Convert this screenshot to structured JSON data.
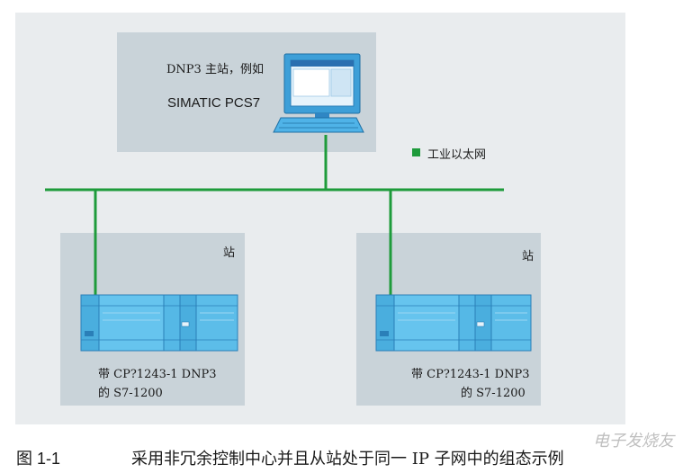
{
  "master": {
    "label": "DNP3 主站，例如",
    "name": "SIMATIC PCS7"
  },
  "network": {
    "legend_label": "工业以太网",
    "legend_color": "#1e9b3b"
  },
  "stations": [
    {
      "label": "站",
      "desc_line1": "带 CP?1243-1 DNP3",
      "desc_line2": "的 S7-1200"
    },
    {
      "label": "站",
      "desc_line1": "带 CP?1243-1 DNP3",
      "desc_line2": "的 S7-1200"
    }
  ],
  "caption": {
    "number": "图 1-1",
    "text": "采用非冗余控制中心并且从站处于同一 IP 子网中的组态示例"
  },
  "watermark": {
    "text": "电子发烧友"
  },
  "colors": {
    "network_line": "#1e9b3b",
    "device_blue": "#4fb3e8",
    "canvas_bg": "#e9ecee",
    "box_bg": "#c9d3d9"
  }
}
